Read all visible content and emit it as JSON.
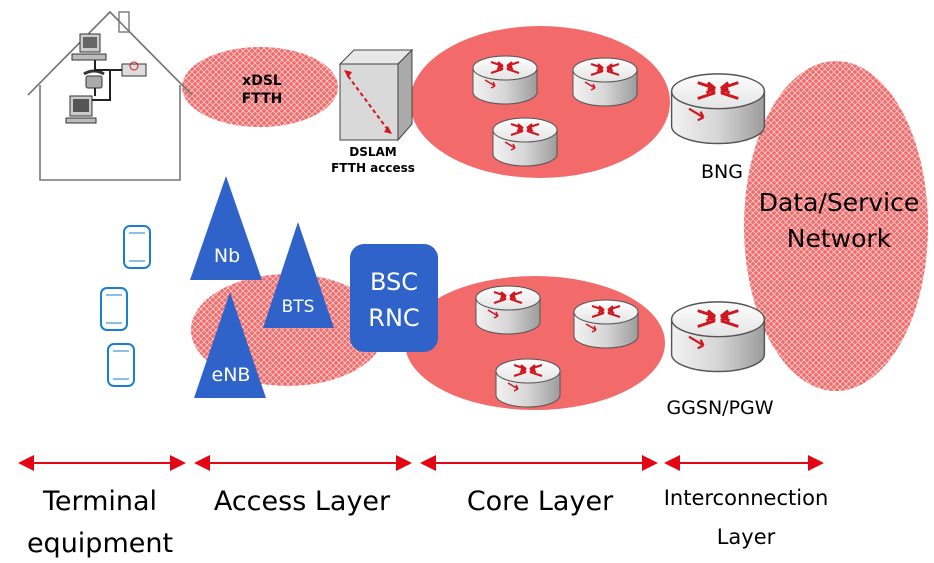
{
  "fixed_access": {
    "bubble_label_line1": "xDSL",
    "bubble_label_line2": "FTTH",
    "dslam_label_line1": "DSLAM",
    "dslam_label_line2": "FTTH access"
  },
  "mobile_access": {
    "tower_nb": "Nb",
    "tower_bts": "BTS",
    "tower_enb": "eNB",
    "controller_line1": "BSC",
    "controller_line2": "RNC"
  },
  "gateways": {
    "bng": "BNG",
    "ggsn": "GGSN/PGW"
  },
  "service_network": {
    "line1": "Data/Service",
    "line2": "Network"
  },
  "layers": {
    "terminal_line1": "Terminal",
    "terminal_line2": "equipment",
    "access": "Access Layer",
    "core": "Core Layer",
    "interconnection_line1": "Interconnection",
    "interconnection_line2": "Layer"
  },
  "colors": {
    "red": "#e30613",
    "pink_fill": "#f26a6a",
    "blue": "#2f63c9",
    "phone_blue": "#1a7fd1",
    "router_gray": "#d9d9d9"
  },
  "icons": [
    "house-icon",
    "computer-icon",
    "phone-icon",
    "router-icon",
    "dslam-icon",
    "smartphone-icon",
    "tower-icon",
    "arrow-icon"
  ]
}
